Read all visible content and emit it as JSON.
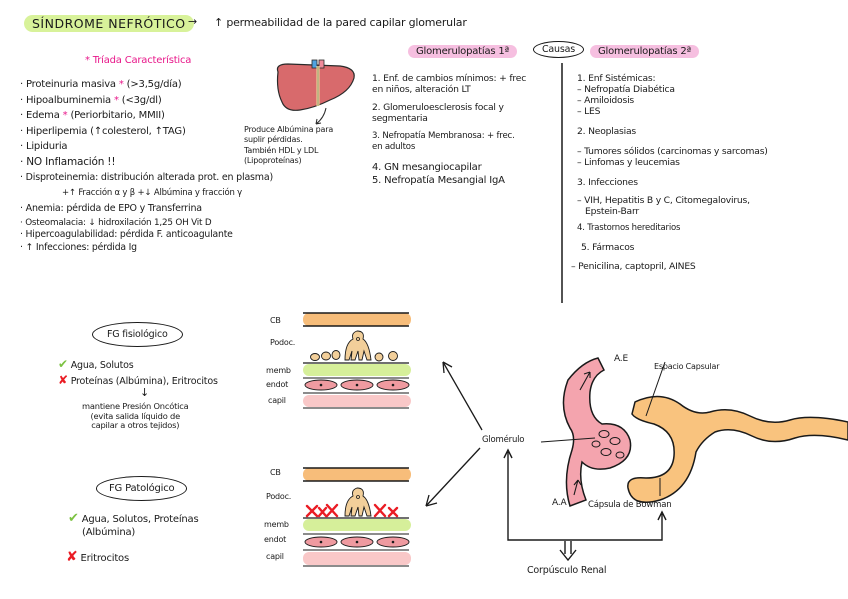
{
  "header": {
    "title": "SÍNDROME NEFRÓTICO",
    "arrow": "→",
    "subtitle": "↑ permeabilidad de la pared capilar glomerular"
  },
  "triada": {
    "heading": "* Tríada Característica"
  },
  "features": [
    {
      "text": "Proteinuria masiva",
      "star": "*",
      "extra": "(>3,5g/día)"
    },
    {
      "text": "Hipoalbuminemia",
      "star": "*",
      "extra": "(<3g/dl)"
    },
    {
      "text": "Edema",
      "star": "*",
      "extra": "(Periorbitario, MMII)"
    },
    {
      "text": "Hiperlipemia (↑colesterol, ↑TAG)",
      "star": "",
      "extra": ""
    },
    {
      "text": "Lipiduria",
      "star": "",
      "extra": ""
    },
    {
      "text": "NO Inflamación !!",
      "star": "",
      "extra": ""
    },
    {
      "text": "Disproteinemia: distribución alterada prot. en plasma)",
      "star": "",
      "extra": ""
    },
    {
      "text": "Anemia: pérdida de EPO y Transferrina",
      "star": "",
      "extra": ""
    },
    {
      "text": "Osteomalacia: ↓ hidroxilación 1,25 OH Vit D",
      "star": "",
      "extra": ""
    },
    {
      "text": "Hipercoagulabilidad: pérdida F. anticoagulante",
      "star": "",
      "extra": ""
    },
    {
      "text": "↑ Infecciones: pérdida Ig",
      "star": "",
      "extra": ""
    }
  ],
  "disproteinemia_detail": "+↑ Fracción α y β     +↓ Albúmina y fracción γ",
  "liver": {
    "caption_1": "Produce Albúmina para",
    "caption_2": "suplir pérdidas.",
    "caption_3": "También HDL y LDL",
    "caption_4": "(Lipoproteínas)",
    "colors": {
      "liver": "#d86a6c",
      "vein_blue": "#4fa3e0",
      "vein_pink": "#f08a9a",
      "duct": "#f3e3a0"
    }
  },
  "causes": {
    "label": "Causas",
    "col1": {
      "heading": "Glomerulopatías 1ª",
      "items": [
        "1. Enf. de cambios mínimos: + frec",
        "en niños, alteración LT",
        "2. Glomeruloesclerosis focal y",
        "segmentaria",
        "3. Nefropatía Membranosa: + frec.",
        "en adultos",
        "4. GN mesangiocapilar",
        "5. Nefropatía Mesangial IgA"
      ]
    },
    "col2": {
      "heading": "Glomerulopatías 2ª",
      "items": [
        "1. Enf Sistémicas:",
        "– Nefropatía Diabética",
        "– Amiloidosis",
        "– LES",
        "2. Neoplasias",
        "– Tumores sólidos (carcinomas y sarcomas)",
        "– Linfomas y leucemias",
        "3. Infecciones",
        "– VIH, Hepatitis B y C, Citomegalovirus,",
        "Epstein-Barr",
        "4. Trastornos hereditarios",
        "5. Fármacos",
        "– Penicilina, captopril, AINES"
      ]
    }
  },
  "fg_fisiologico": {
    "label": "FG fisiológico",
    "pass": "Agua, Solutos",
    "block": "Proteínas (Albúmina), Eritrocitos",
    "arrow": "↓",
    "note_1": "mantiene Presión Oncótica",
    "note_2": "(evita salida líquido de",
    "note_3": "capilar a otros tejidos)"
  },
  "fg_patologico": {
    "label": "FG Patológico",
    "pass_1": "Agua, Solutos, Proteínas",
    "pass_2": "(Albúmina)",
    "block": "Eritrocitos"
  },
  "marks": {
    "check": "✔",
    "cross": "✘"
  },
  "layers": {
    "labels": [
      "CB",
      "Podoc.",
      "memb",
      "endot",
      "capil"
    ],
    "colors": {
      "cb": "#f7bd7a",
      "podo": "#f2cf9a",
      "memb": "#d6ef9a",
      "endot": "#ef9aa0",
      "capil": "#f9c8c8",
      "x": "#ea1c24"
    }
  },
  "corpusculo": {
    "glomerulo": "Glomérulo",
    "ae": "A.E",
    "aa": "A.A",
    "espacio": "Espacio Capsular",
    "capsula": "Cápsula de Bowman",
    "title": "Corpúsculo Renal",
    "colors": {
      "arteriole": "#f4a4ae",
      "capsule": "#f9c37e"
    }
  }
}
